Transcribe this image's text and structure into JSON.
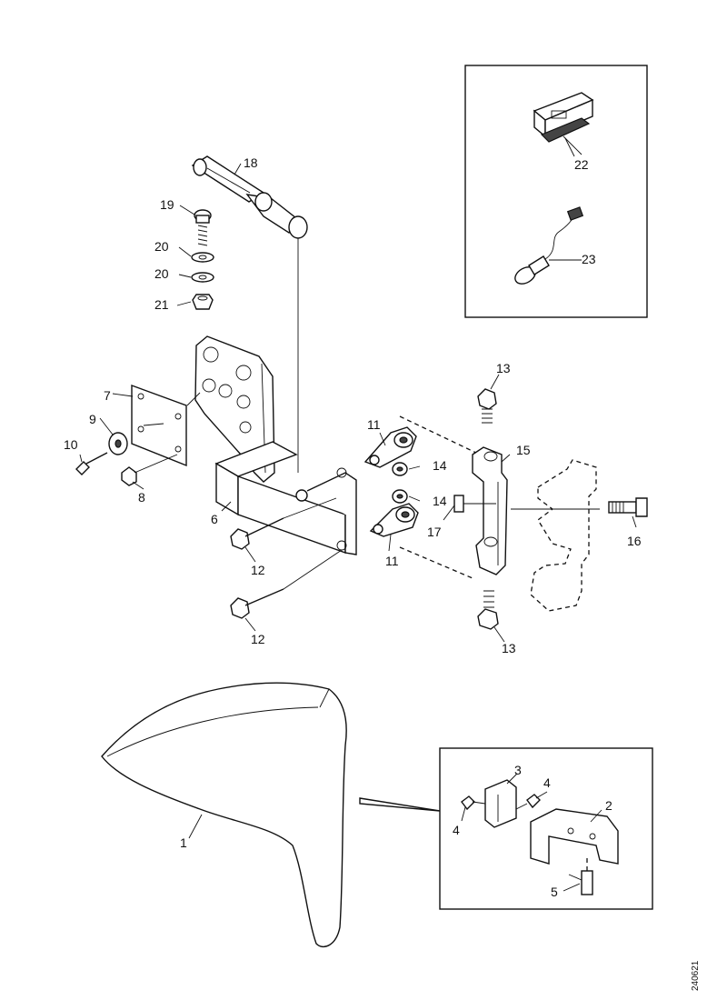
{
  "callouts": {
    "c1": "1",
    "c2": "2",
    "c3": "3",
    "c4a": "4",
    "c4b": "4",
    "c5": "5",
    "c6": "6",
    "c7": "7",
    "c8": "8",
    "c9": "9",
    "c10": "10",
    "c11a": "11",
    "c11b": "11",
    "c12a": "12",
    "c12b": "12",
    "c13a": "13",
    "c13b": "13",
    "c14a": "14",
    "c14b": "14",
    "c15": "15",
    "c16": "16",
    "c17": "17",
    "c18": "18",
    "c19": "19",
    "c20a": "20",
    "c20b": "20",
    "c21": "21",
    "c22": "22",
    "c23": "23"
  },
  "reference_code": "240621"
}
